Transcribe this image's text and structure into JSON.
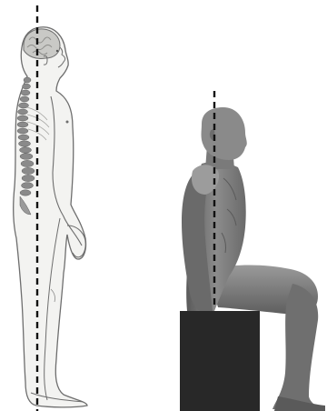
{
  "figure": {
    "panels": [
      {
        "id": "standing",
        "subject": "standing-anatomical-figure",
        "features": [
          "brain",
          "spine",
          "plumb-line"
        ]
      },
      {
        "id": "seated",
        "subject": "seated-muscular-figure",
        "features": [
          "plumb-line",
          "box-seat"
        ]
      }
    ],
    "colors": {
      "plumb_line": "#111111",
      "standing_fill": "#f3f3f1",
      "standing_outline": "#6e6e6e",
      "spine": "#8a8a8a",
      "seated_body": "#7b7b7b",
      "seated_shade": "#4f4f4f",
      "box": "#282828"
    }
  }
}
